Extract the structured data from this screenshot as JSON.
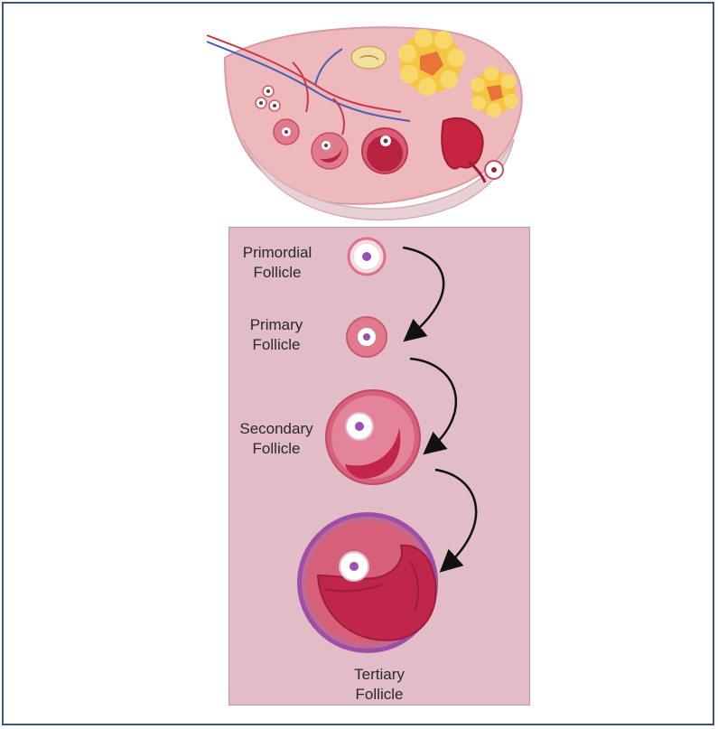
{
  "follicle_stages": [
    {
      "line1": "Primordial",
      "line2": "Follicle"
    },
    {
      "line1": "Primary",
      "line2": "Follicle"
    },
    {
      "line1": "Secondary",
      "line2": "Follicle"
    },
    {
      "line1": "Tertiary",
      "line2": "Follicle"
    }
  ],
  "colors": {
    "border": "#3a5878",
    "panel": "#e2bcc6",
    "ovary": "#eeb9bd",
    "follicle": "#e07a8c",
    "antrum": "#c02a4c",
    "oocyte_nucleus": "#9b4fb0",
    "corpus_luteum": "#f5c542",
    "arrow": "#111111"
  }
}
